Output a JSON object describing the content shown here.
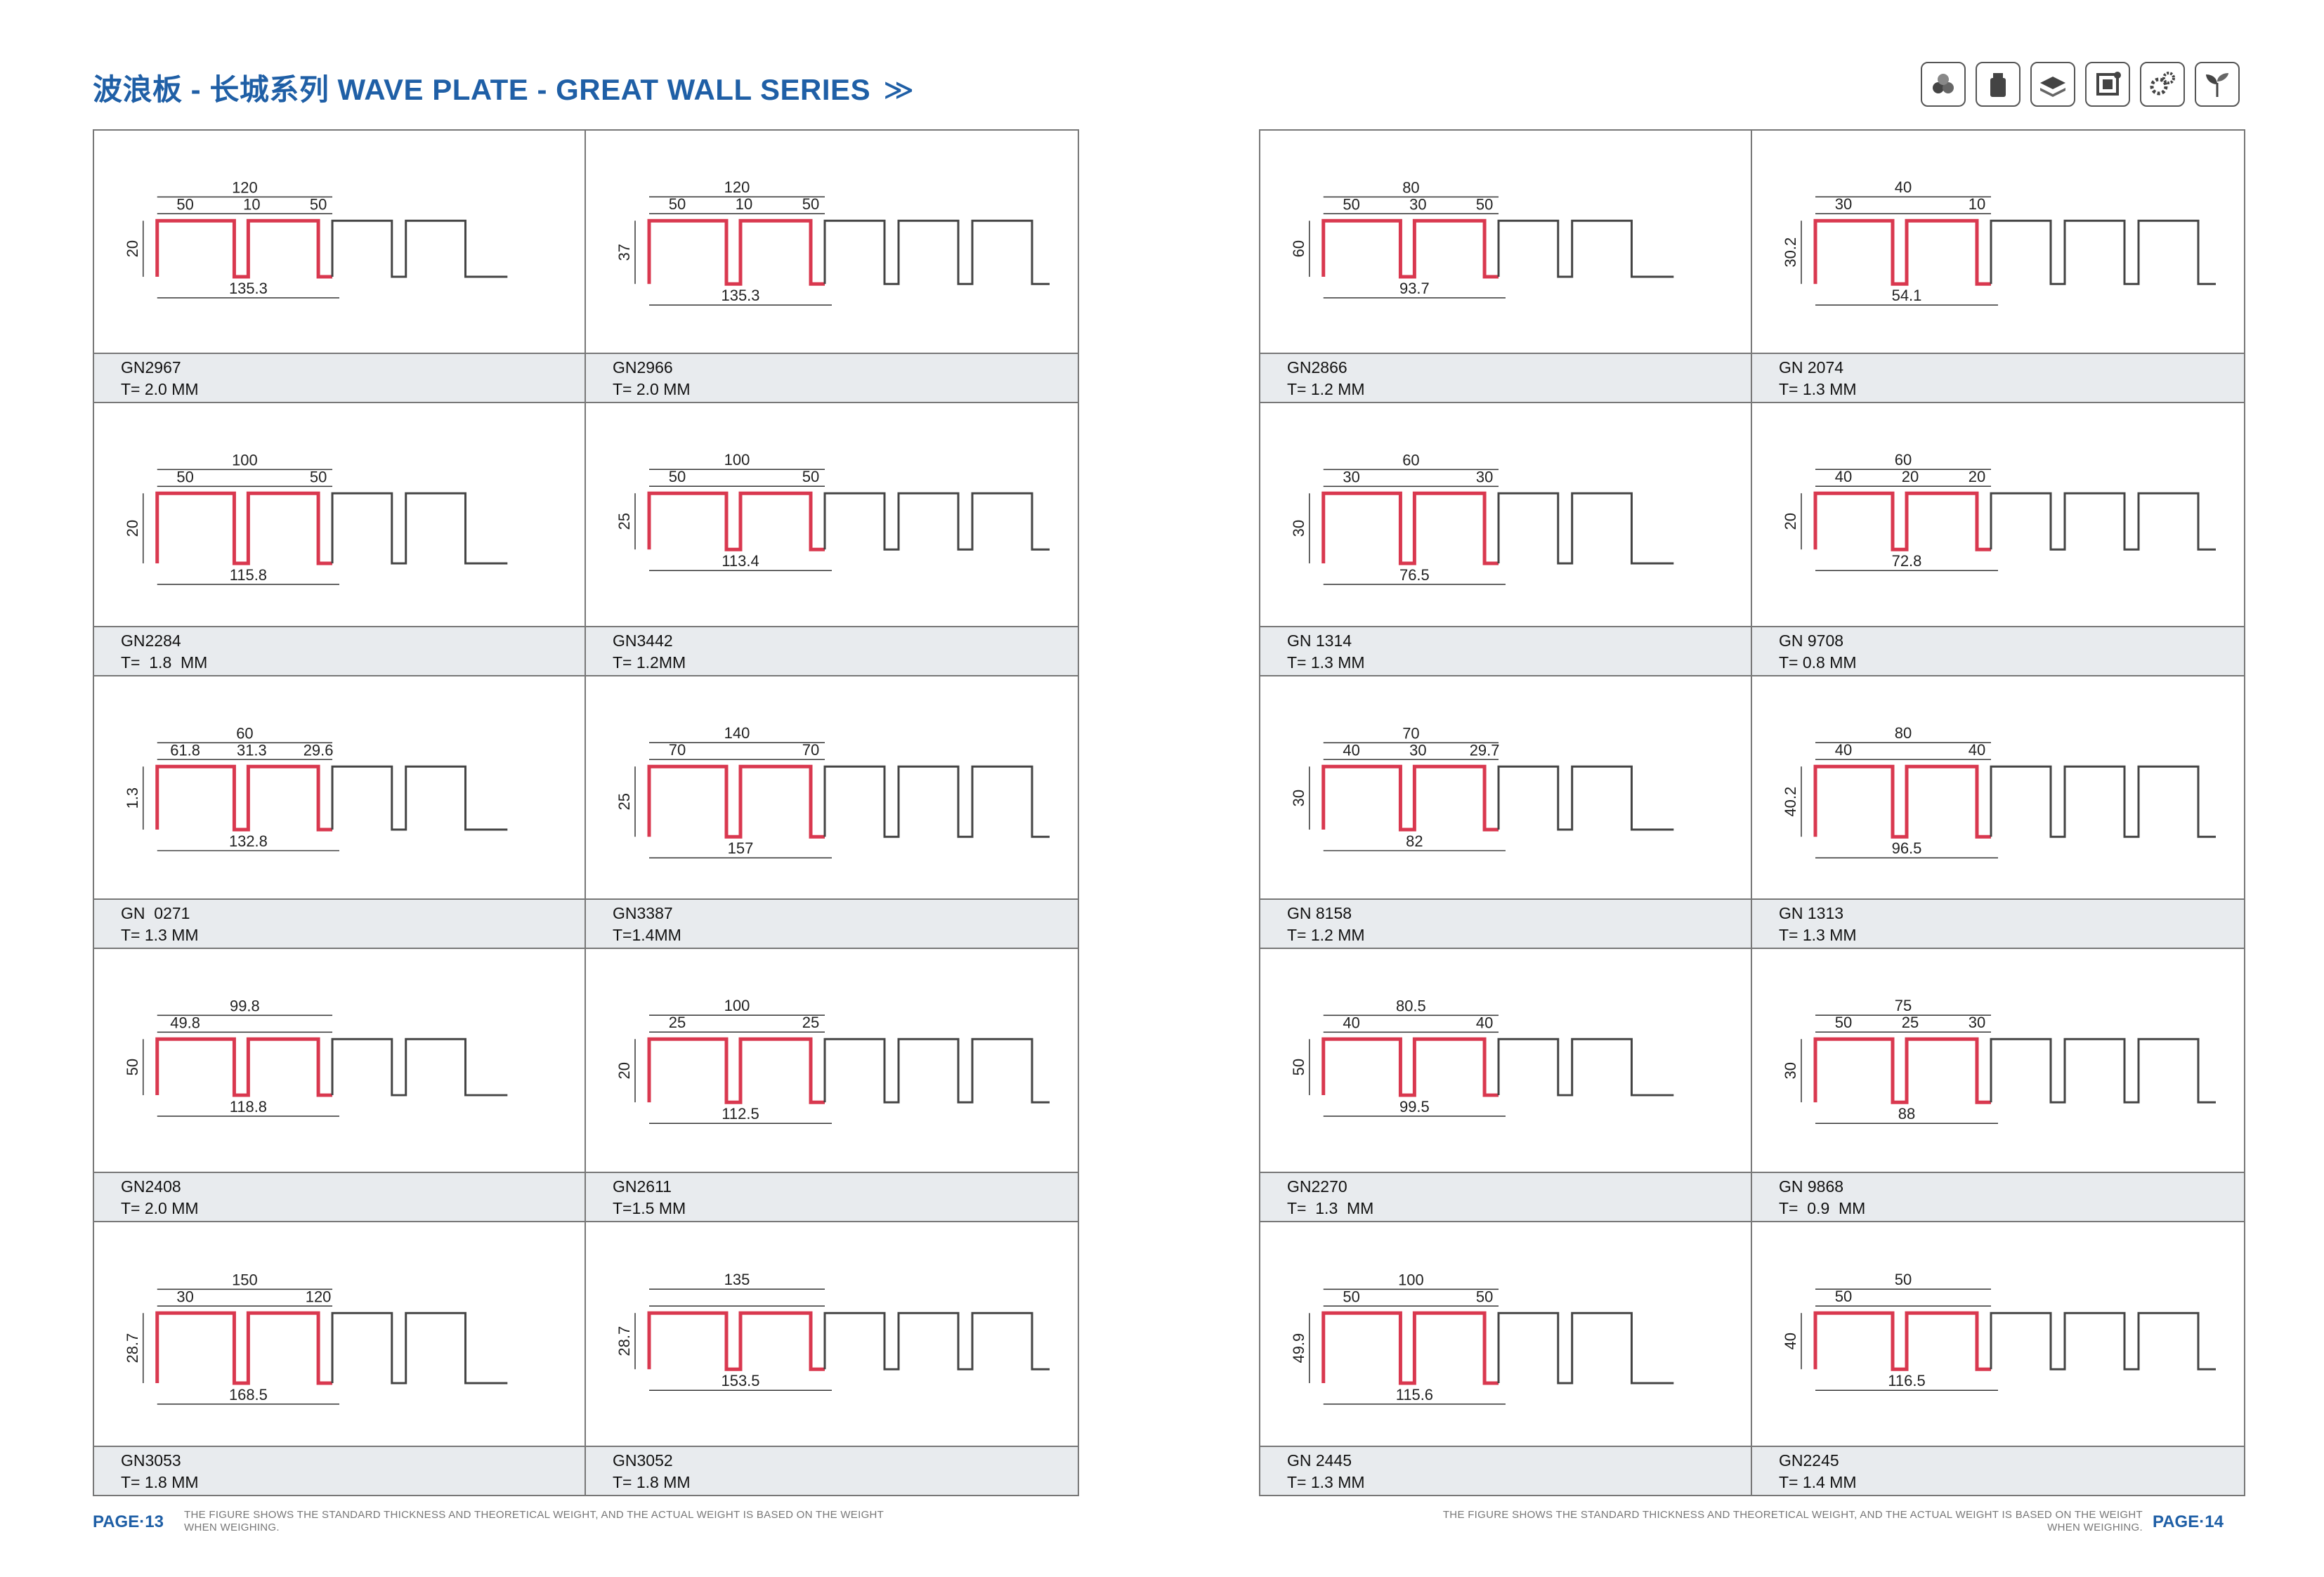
{
  "header": {
    "title": "波浪板 - 长城系列 WAVE PLATE - GREAT WALL SERIES",
    "chevron": "≫",
    "icons": [
      "recycle-icon",
      "bottle-icon",
      "stack-icon",
      "puzzle-icon",
      "gears-icon",
      "plant-icon"
    ]
  },
  "colors": {
    "accent": "#1f5fa6",
    "highlight": "#d9384f",
    "line": "#444444",
    "caption_bg": "#e8ebee"
  },
  "left_page": {
    "items": [
      {
        "code": "GN2967",
        "thickness": "T= 2.0 MM",
        "dims": [
          "120",
          "50",
          "10",
          "50",
          "20",
          "135.3"
        ]
      },
      {
        "code": "GN2966",
        "thickness": "T= 2.0 MM",
        "dims": [
          "120",
          "50",
          "10",
          "50",
          "37",
          "135.3"
        ]
      },
      {
        "code": "GN2284",
        "thickness": "T=  1.8  MM",
        "dims": [
          "100",
          "50",
          "50",
          "20",
          "115.8"
        ]
      },
      {
        "code": "GN3442",
        "thickness": "T= 1.2MM",
        "dims": [
          "100",
          "50",
          "50",
          "25",
          "113.4"
        ]
      },
      {
        "code": "GN  0271",
        "thickness": "T= 1.3 MM",
        "dims": [
          "60",
          "61.8",
          "31.3",
          "29.6",
          "1.3",
          "132.8"
        ]
      },
      {
        "code": "GN3387",
        "thickness": "T=1.4MM",
        "dims": [
          "140",
          "70",
          "70",
          "25",
          "157"
        ]
      },
      {
        "code": "GN2408",
        "thickness": "T= 2.0 MM",
        "dims": [
          "99.8",
          "49.8",
          "50",
          "118.8"
        ]
      },
      {
        "code": "GN2611",
        "thickness": "T=1.5 MM",
        "dims": [
          "100",
          "25",
          "25",
          "20",
          "112.5"
        ]
      },
      {
        "code": "GN3053",
        "thickness": "T= 1.8 MM",
        "dims": [
          "150",
          "30",
          "120",
          "28.7",
          "168.5"
        ]
      },
      {
        "code": "GN3052",
        "thickness": "T= 1.8 MM",
        "dims": [
          "135",
          "28.7",
          "153.5"
        ]
      }
    ],
    "page_label": "PAGE·13",
    "footnote": "THE FIGURE SHOWS THE STANDARD THICKNESS AND THEORETICAL WEIGHT, AND THE ACTUAL WEIGHT IS BASED ON THE WEIGHT WHEN WEIGHING."
  },
  "right_page": {
    "items": [
      {
        "code": "GN2866",
        "thickness": "T= 1.2 MM",
        "dims": [
          "80",
          "50",
          "30",
          "50",
          "60",
          "93.7"
        ]
      },
      {
        "code": "GN 2074",
        "thickness": "T= 1.3 MM",
        "dims": [
          "40",
          "30",
          "10",
          "30.2",
          "54.1"
        ]
      },
      {
        "code": "GN 1314",
        "thickness": "T= 1.3 MM",
        "dims": [
          "60",
          "30",
          "30",
          "30",
          "76.5"
        ]
      },
      {
        "code": "GN 9708",
        "thickness": "T= 0.8 MM",
        "dims": [
          "60",
          "40",
          "20",
          "20",
          "20",
          "72.8"
        ]
      },
      {
        "code": "GN 8158",
        "thickness": "T= 1.2 MM",
        "dims": [
          "70",
          "40",
          "30",
          "29.7",
          "30",
          "82"
        ]
      },
      {
        "code": "GN 1313",
        "thickness": "T= 1.3 MM",
        "dims": [
          "80",
          "40",
          "40",
          "40.2",
          "96.5"
        ]
      },
      {
        "code": "GN2270",
        "thickness": "T=  1.3  MM",
        "dims": [
          "80.5",
          "40",
          "40",
          "50",
          "99.5"
        ]
      },
      {
        "code": "GN 9868",
        "thickness": "T=  0.9  MM",
        "dims": [
          "75",
          "50",
          "25",
          "30",
          "30",
          "88"
        ]
      },
      {
        "code": "GN 2445",
        "thickness": "T= 1.3 MM",
        "dims": [
          "100",
          "50",
          "50",
          "49.9",
          "115.6"
        ]
      },
      {
        "code": "GN2245",
        "thickness": "T= 1.4 MM",
        "dims": [
          "50",
          "50",
          "40",
          "116.5"
        ]
      }
    ],
    "page_label": "PAGE·14",
    "footnote": "THE FIGURE SHOWS THE STANDARD THICKNESS AND THEORETICAL WEIGHT, AND THE ACTUAL WEIGHT IS BASED ON THE WEIGHT WHEN WEIGHING."
  }
}
